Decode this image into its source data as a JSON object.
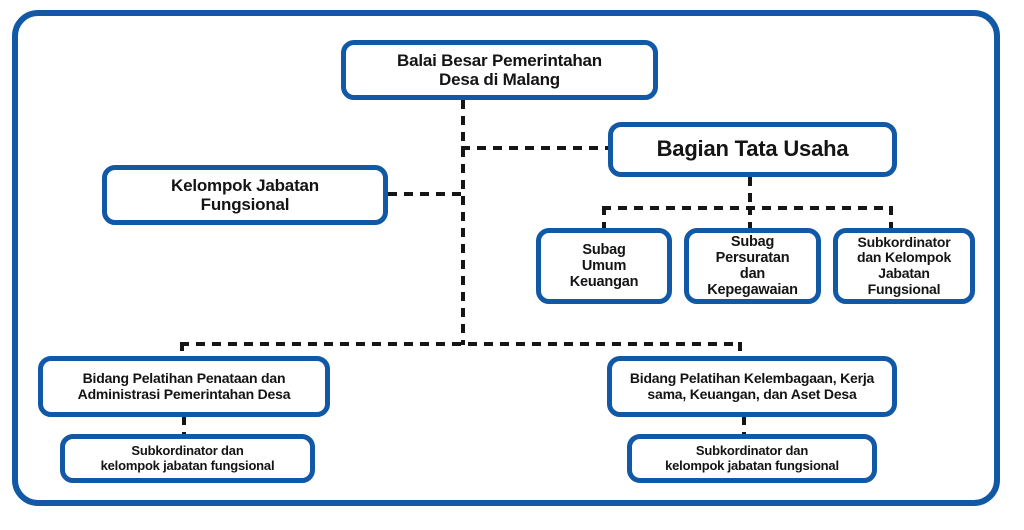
{
  "diagram_type": "organization-chart",
  "colors": {
    "box_border": "#1159a6",
    "outer_frame": "#1159a6",
    "connector": "#151515",
    "text": "#141414",
    "background": "#ffffff"
  },
  "nodes": {
    "root": {
      "lines": [
        "Balai Besar Pemerintahan",
        "Desa di Malang"
      ]
    },
    "tata_usaha": {
      "lines": [
        "Bagian Tata Usaha"
      ]
    },
    "kelompok_jabatan": {
      "lines": [
        "Kelompok Jabatan",
        "Fungsional"
      ]
    },
    "subag_umum": {
      "lines": [
        "Subag",
        "Umum",
        "Keuangan"
      ]
    },
    "subag_persuratan": {
      "lines": [
        "Subag",
        "Persuratan",
        "dan",
        "Kepegawaian"
      ]
    },
    "subkoor_tata_usaha": {
      "lines": [
        "Subkordinator",
        "dan Kelompok",
        "Jabatan",
        "Fungsional"
      ]
    },
    "bidang_penataan": {
      "lines": [
        "Bidang Pelatihan Penataan dan",
        "Administrasi Pemerintahan Desa"
      ]
    },
    "bidang_kelembagaan": {
      "lines": [
        "Bidang Pelatihan Kelembagaan, Kerja",
        "sama, Keuangan, dan Aset Desa"
      ]
    },
    "subkoor_penataan": {
      "lines": [
        "Subkordinator dan",
        "kelompok jabatan fungsional"
      ]
    },
    "subkoor_kelembagaan": {
      "lines": [
        "Subkordinator dan",
        "kelompok jabatan fungsional"
      ]
    }
  }
}
